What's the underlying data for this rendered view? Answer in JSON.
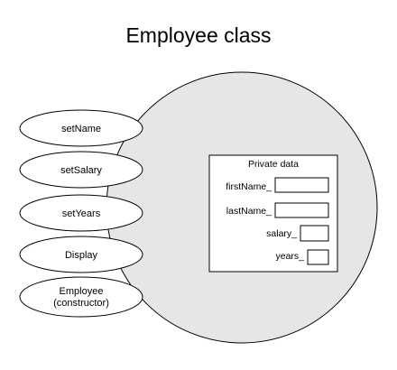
{
  "title": "Employee class",
  "methods": [
    {
      "lines": [
        "setName"
      ]
    },
    {
      "lines": [
        "setSalary"
      ]
    },
    {
      "lines": [
        "setYears"
      ]
    },
    {
      "lines": [
        "Display"
      ]
    },
    {
      "lines": [
        "Employee",
        "(constructor)"
      ]
    }
  ],
  "private_data": {
    "heading": "Private data",
    "fields": [
      {
        "label": "firstName_"
      },
      {
        "label": "lastName_"
      },
      {
        "label": "salary_"
      },
      {
        "label": "years_"
      }
    ]
  },
  "colors": {
    "circle_fill": "#e6e6e6",
    "stroke": "#000000",
    "box_fill": "#ffffff"
  }
}
